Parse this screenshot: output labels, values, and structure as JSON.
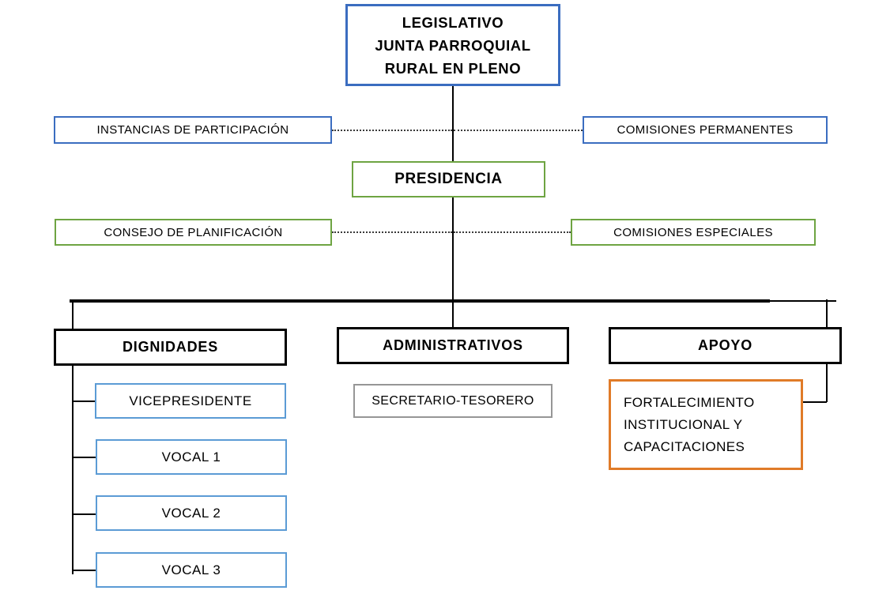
{
  "diagram": {
    "title": "Organigrama Junta Parroquial Rural",
    "colors": {
      "blue_dark": "#3B6DC0",
      "blue_light": "#5B9BD5",
      "green": "#6EA442",
      "orange": "#E07B28",
      "gray": "#969696",
      "black": "#000000",
      "background": "#FFFFFF"
    },
    "nodes": {
      "legislativo": "LEGISLATIVO\nJUNTA PARROQUIAL\nRURAL EN PLENO",
      "instancias_participacion": "INSTANCIAS  DE PARTICIPACIÓN",
      "comisiones_permanentes": "COMISIONES  PERMANENTES",
      "presidencia": "PRESIDENCIA",
      "consejo_planificacion": "CONSEJO DE PLANIFICACIÓN",
      "comisiones_especiales": "COMISIONES  ESPECIALES",
      "dignidades": "DIGNIDADES",
      "administrativos": "ADMINISTRATIVOS",
      "apoyo": "APOYO",
      "vicepresidente": "VICEPRESIDENTE",
      "vocal_1": "VOCAL 1",
      "vocal_2": "VOCAL 2",
      "vocal_3": "VOCAL 3",
      "secretario_tesorero": "SECRETARIO-TESORERO",
      "fortalecimiento": "FORTALECIMIENTO\nINSTITUCIONAL   Y\nCAPACITACIONES"
    }
  }
}
